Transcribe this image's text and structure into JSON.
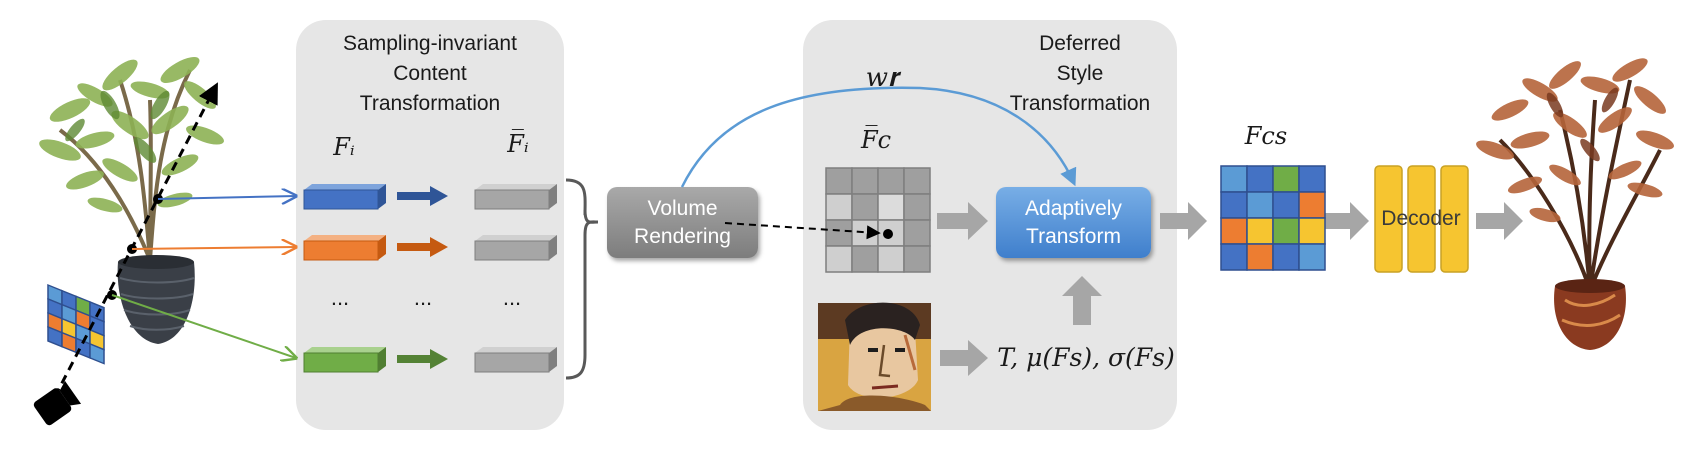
{
  "panels": {
    "sampling": {
      "title_lines": [
        "Sampling-invariant",
        "Content",
        "Transformation"
      ]
    },
    "deferred": {
      "title_lines": [
        "Deferred",
        "Style",
        "Transformation"
      ]
    }
  },
  "symbols": {
    "fi": "Fᵢ",
    "fi_bar": "F̅ᵢ",
    "fc_bar": "F̅c",
    "fcs": "Fcs",
    "wr": "w𝐫",
    "stats": "T, μ(Fs), σ(Fs)"
  },
  "ellipsis": [
    "...",
    "...",
    "..."
  ],
  "blocks": {
    "volume_rendering_lines": [
      "Volume",
      "Rendering"
    ],
    "adaptively_transform_lines": [
      "Adaptively",
      "Transform"
    ],
    "decoder": "Decoder"
  },
  "colors": {
    "blue": "#4472c4",
    "orange": "#ed7d31",
    "green": "#70ad47",
    "yellow": "#f6c530",
    "light_blue": "#5b9bd5",
    "gray": "#a6a6a6",
    "panel": "#e6e6e6",
    "arc": "#5b9bd5"
  },
  "feature_grid_fcs": [
    [
      "#5b9bd5",
      "#4472c4",
      "#70ad47",
      "#4472c4"
    ],
    [
      "#4472c4",
      "#5b9bd5",
      "#4472c4",
      "#ed7d31"
    ],
    [
      "#ed7d31",
      "#f6c530",
      "#70ad47",
      "#f6c530"
    ],
    [
      "#4472c4",
      "#ed7d31",
      "#4472c4",
      "#5b9bd5"
    ]
  ],
  "feature_grid_fc": [
    [
      "#9f9f9f",
      "#9f9f9f",
      "#9f9f9f",
      "#9f9f9f"
    ],
    [
      "#cfcfcf",
      "#9f9f9f",
      "#dcdcdc",
      "#9f9f9f"
    ],
    [
      "#9f9f9f",
      "#cfcfcf",
      "#cfcfcf",
      "#9f9f9f"
    ],
    [
      "#cfcfcf",
      "#9f9f9f",
      "#cfcfcf",
      "#9f9f9f"
    ]
  ],
  "input_image_grid": [
    [
      "#5b9bd5",
      "#4472c4",
      "#70ad47",
      "#4472c4"
    ],
    [
      "#4472c4",
      "#5b9bd5",
      "#ed7d31",
      "#4472c4"
    ],
    [
      "#ed7d31",
      "#f6c530",
      "#5b9bd5",
      "#f6c530"
    ],
    [
      "#4472c4",
      "#ed7d31",
      "#4472c4",
      "#5b9bd5"
    ]
  ],
  "icons": [
    "camera-icon",
    "plant-input-icon",
    "plant-stylized-icon",
    "style-portrait-icon"
  ]
}
